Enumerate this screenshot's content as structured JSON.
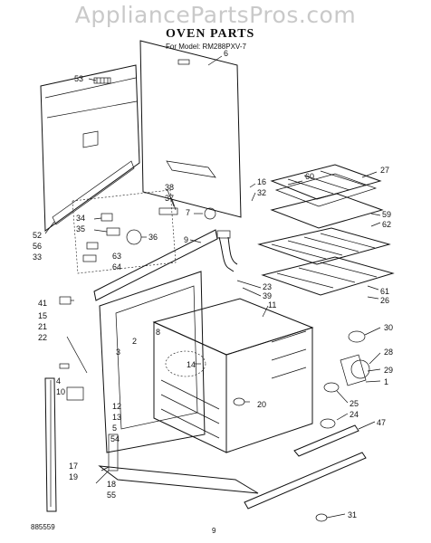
{
  "watermark": "AppliancePartsPros.com",
  "title": "OVEN PARTS",
  "subtitle": "For Model: RM288PXV-7",
  "footer": {
    "code": "885559",
    "page": "9"
  },
  "callouts": {
    "n53": "53",
    "n6": "6",
    "n52": "52",
    "n56": "56",
    "n33": "33",
    "n38": "38",
    "n37": "37",
    "n7": "7",
    "n34": "34",
    "n35": "35",
    "n36": "36",
    "n9": "9",
    "n63": "63",
    "n64": "64",
    "n16": "16",
    "n32": "32",
    "n60": "60",
    "n27": "27",
    "n59": "59",
    "n62": "62",
    "n23": "23",
    "n39": "39",
    "n11": "11",
    "n61": "61",
    "n26": "26",
    "n41": "41",
    "n15": "15",
    "n21": "21",
    "n22": "22",
    "n8": "8",
    "n3": "3",
    "n2": "2",
    "n14": "14",
    "n30": "30",
    "n28": "28",
    "n29": "29",
    "n1": "1",
    "n4": "4",
    "n10": "10",
    "n12": "12",
    "n13": "13",
    "n5": "5",
    "n54": "54",
    "n20": "20",
    "n25": "25",
    "n24": "24",
    "n47": "47",
    "n17": "17",
    "n19": "19",
    "n18": "18",
    "n55": "55",
    "n31": "31"
  }
}
